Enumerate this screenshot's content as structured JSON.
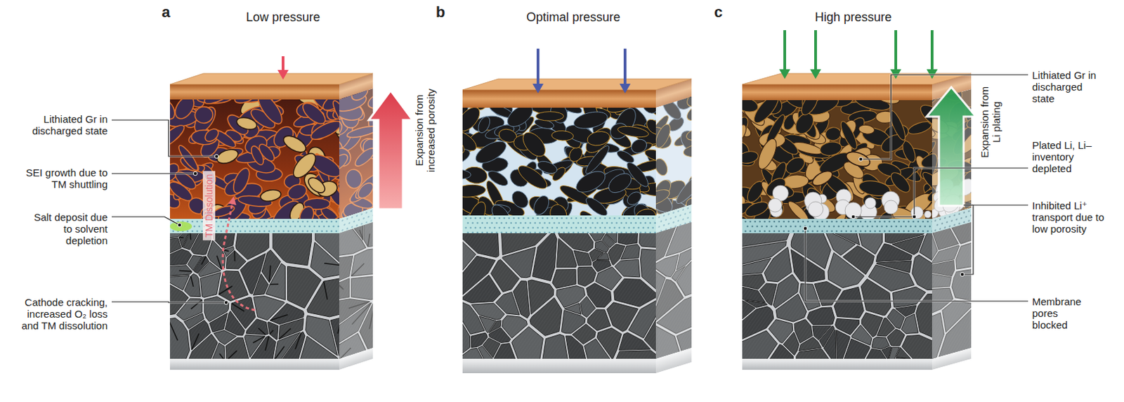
{
  "diagram": {
    "labels": [
      "a",
      "Low pressure",
      "b",
      "Optimal pressure",
      "c",
      "High pressure",
      "Lithiated Gr in discharged state",
      "SEI growth due to TM shuttling",
      "Salt deposit due to solvent depletion",
      "Cathode cracking, increased O₂ loss and TM dissolution",
      "TM Dissolution",
      "Expansion from increased porosity",
      "Lithiated Gr in discharged state",
      "Expansion from Li plating",
      "Plated Li, Li– inventory depleted",
      "Inhibited Li⁺ transport due to low porosity",
      "Membrane pores blocked"
    ]
  }
}
